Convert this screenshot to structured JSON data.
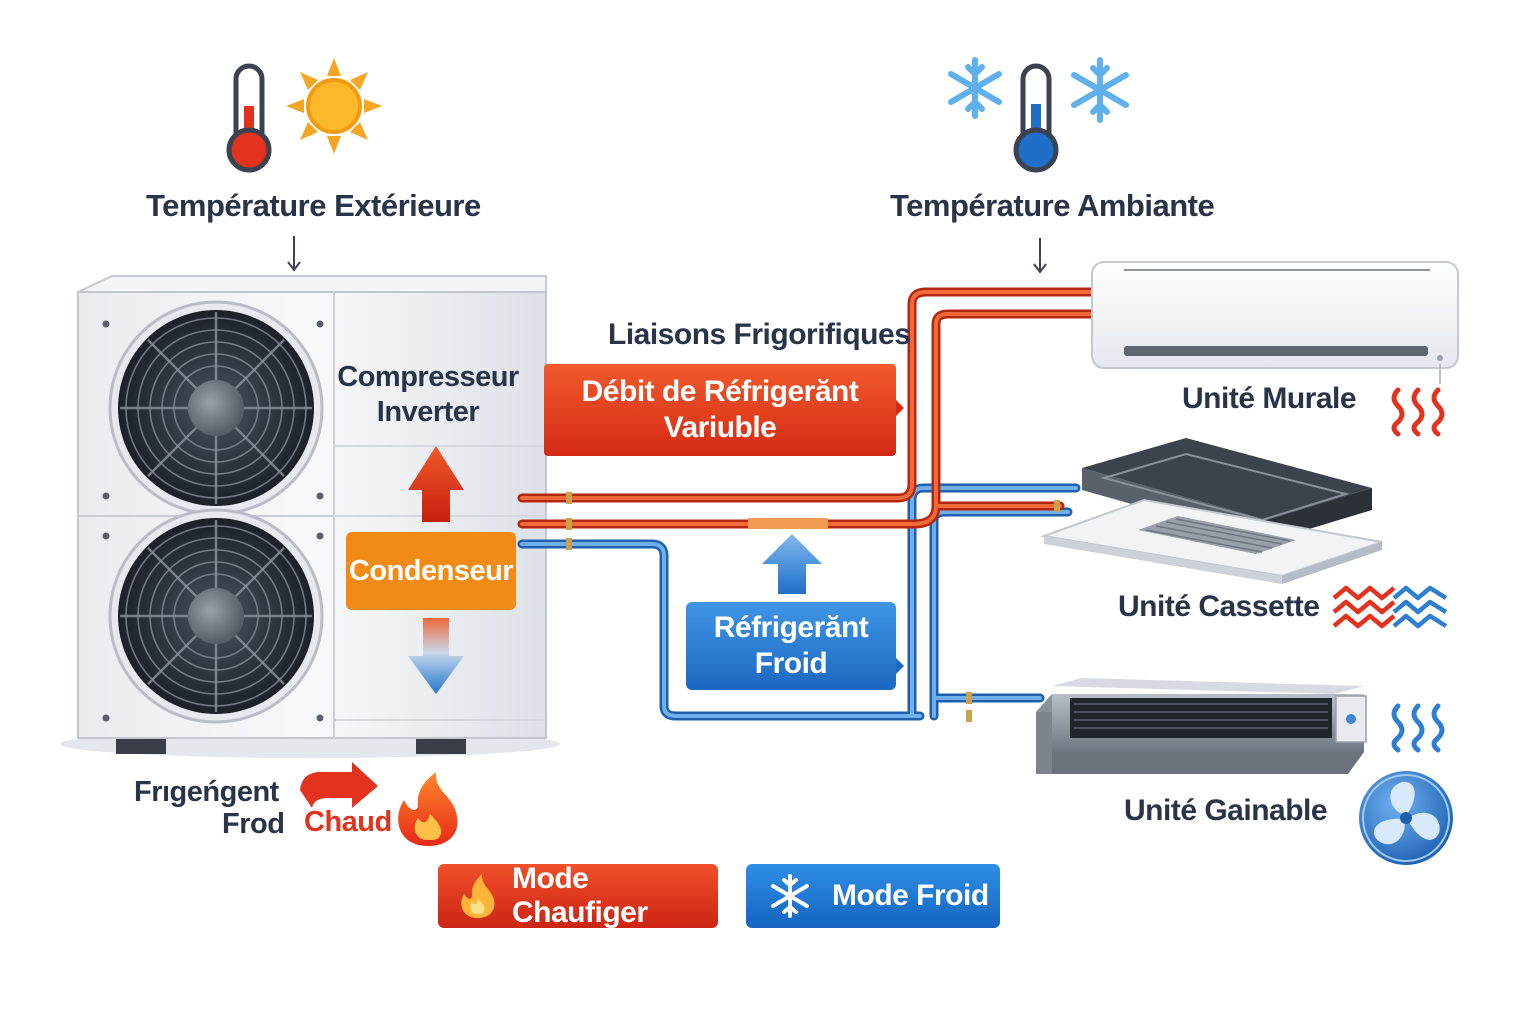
{
  "outdoor_temp": {
    "label": "Température Extérieure"
  },
  "ambient_temp": {
    "label": "Température Ambiante"
  },
  "compressor": {
    "line1": "Compresseur",
    "line2": "Inverter"
  },
  "condenser": {
    "label": "Condenseur"
  },
  "pipes": {
    "title": "Liaisons Frigorifiques"
  },
  "refrigerant_flow": {
    "line1": "Débit de Réfrigerănt",
    "line2": "Variuble"
  },
  "cold_refrigerant": {
    "line1": "Réfrigerănt",
    "line2": "Froid"
  },
  "units": {
    "wall": "Unité Murale",
    "cassette": "Unité Cassette",
    "ducted": "Unité Gainable"
  },
  "legend": {
    "line1": "Frıgeńgent",
    "line2": "Frod",
    "hot": "Chaud"
  },
  "modes": {
    "heating": "Mode Chaufiger",
    "cooling": "Mode Froid"
  },
  "colors": {
    "hot": "#e8401e",
    "cold": "#2d7fd4",
    "condenser": "#f28a16",
    "text": "#2a3448"
  }
}
